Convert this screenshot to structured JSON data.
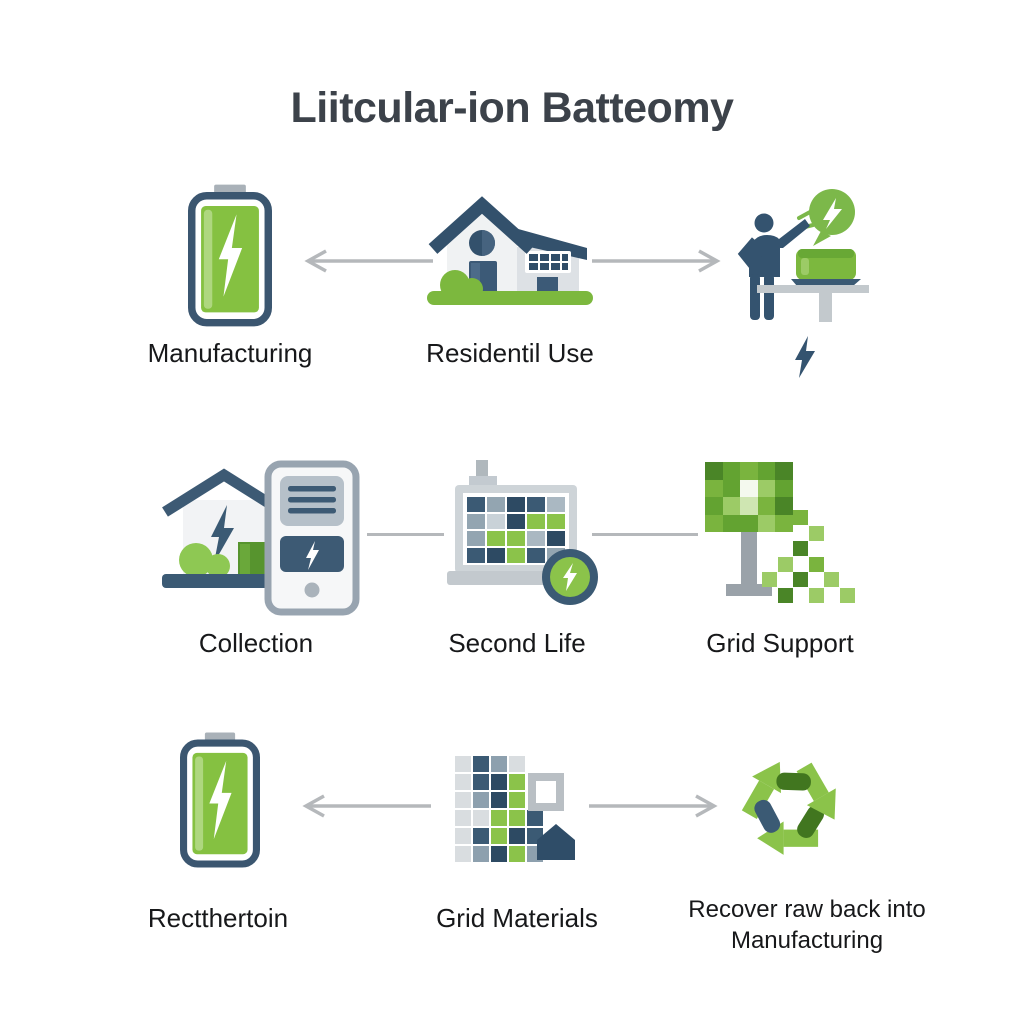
{
  "title": "Liitcular-ion Batteomy",
  "labels": {
    "manufacturing": "Manufacturing",
    "residential_use": "Residentil Use",
    "collection": "Collection",
    "second_life": "Second Life",
    "grid_support": "Grid Support",
    "recertification": "Rectthertoin",
    "grid_materials": "Grid Materials",
    "recover": "Recover raw back into Manufacturing"
  },
  "icons": [
    "battery-charging",
    "house-residential",
    "person-presenting-battery",
    "lightning-bolt",
    "house-with-server-collection",
    "battery-module-grid",
    "pixel-solar-panel",
    "battery-charging",
    "material-blocks",
    "recycle-arrows"
  ],
  "colors": {
    "green": "#8bc34a",
    "green_dark": "#5f9e33",
    "navy": "#3b5a74",
    "deep_navy": "#2d4a63",
    "slate": "#93a5b1",
    "light_gray": "#ced4d8",
    "arrow_gray": "#b5b8bb",
    "text": "#17181a",
    "title_text": "#3c424a",
    "recycle_dark_green": "#41761f",
    "recycle_light_green": "#8bc34a"
  },
  "grids": {
    "second_life": [
      [
        "navy",
        "slate",
        "deep",
        "navy",
        "lslate"
      ],
      [
        "slate",
        "lgray",
        "deep",
        "green",
        "green"
      ],
      [
        "slate",
        "green",
        "green",
        "lslate",
        "deep"
      ],
      [
        "navy",
        "deep",
        "green",
        "navy",
        "slate"
      ]
    ],
    "support_panel": [
      [
        "g4",
        "g3",
        "g2",
        "g3",
        "g4"
      ],
      [
        "g2",
        "g3",
        "g0",
        "g1",
        "g3"
      ],
      [
        "g3",
        "g1",
        "g0b",
        "g2",
        "g4"
      ],
      [
        "g2",
        "g3",
        "g3",
        "g1",
        "g2"
      ]
    ],
    "support_cascade": [
      [
        0,
        2,
        "g2"
      ],
      [
        1,
        3,
        "g1"
      ],
      [
        2,
        2,
        "g4"
      ],
      [
        3,
        1,
        "g1"
      ],
      [
        3,
        3,
        "g2"
      ],
      [
        4,
        0,
        "g1"
      ],
      [
        4,
        2,
        "g4"
      ],
      [
        4,
        4,
        "g1"
      ],
      [
        5,
        1,
        "g4"
      ],
      [
        5,
        3,
        "g1"
      ],
      [
        5,
        5,
        "g1"
      ]
    ],
    "materials": [
      [
        "lg",
        "nv",
        "sl",
        "lg",
        ""
      ],
      [
        "lg",
        "nv",
        "dp",
        "gr",
        ""
      ],
      [
        "lg",
        "sl",
        "dp",
        "gr",
        ""
      ],
      [
        "lg",
        "lg",
        "gr",
        "gr",
        "nv"
      ],
      [
        "lg",
        "nv",
        "gr",
        "dp",
        "nv"
      ],
      [
        "lg",
        "sl",
        "dp",
        "gr",
        "sl"
      ]
    ]
  },
  "palette": {
    "g0": "#f4f9ee",
    "g0b": "#cfe6b2",
    "g1": "#9ccb66",
    "g2": "#7ab43e",
    "g3": "#63a331",
    "g4": "#4a8527",
    "lg": "#d9dde0",
    "nv": "#3b5a74",
    "sl": "#8da0ae",
    "dp": "#2d4a63",
    "gr": "#8bc34a",
    "lslate": "#aab8c2",
    "lgray": "#c9d2d8",
    "navy": "#3b5a74",
    "deep": "#2d4a63",
    "slate": "#93a5b1",
    "green": "#8bc34a"
  }
}
